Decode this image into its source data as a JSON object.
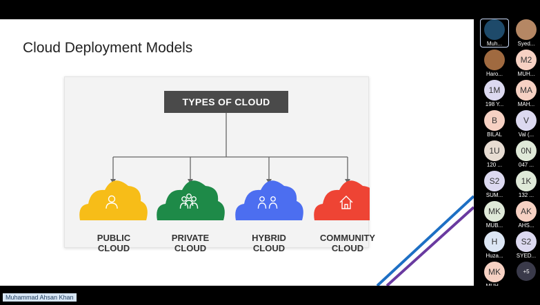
{
  "slide": {
    "title": "Cloud Deployment Models",
    "diagram": {
      "root_label": "TYPES OF CLOUD",
      "clouds": [
        {
          "line1": "PUBLIC",
          "line2": "CLOUD",
          "color": "#f7bd18",
          "icon": "person-icon"
        },
        {
          "line1": "PRIVATE",
          "line2": "CLOUD",
          "color": "#1e8a48",
          "icon": "group-icon"
        },
        {
          "line1": "HYBRID",
          "line2": "CLOUD",
          "color": "#4c6ef0",
          "icon": "people-icon"
        },
        {
          "line1": "COMMUNITY",
          "line2": "CLOUD",
          "color": "#ee4434",
          "icon": "house-icon"
        }
      ]
    }
  },
  "participants": [
    {
      "initials": "",
      "name": "Muh...",
      "color": "#1e4a6a"
    },
    {
      "initials": "",
      "name": "Syed...",
      "color": "#b58764"
    },
    {
      "initials": "",
      "name": "Haro...",
      "color": "#a06a40"
    },
    {
      "initials": "M2",
      "name": "MUH...",
      "color": "#f6d1c3"
    },
    {
      "initials": "1M",
      "name": "198 Y...",
      "color": "#dcd9f0"
    },
    {
      "initials": "MA",
      "name": "MAH...",
      "color": "#f6d1c3"
    },
    {
      "initials": "B",
      "name": "BILAL",
      "color": "#f6d1c3"
    },
    {
      "initials": "V",
      "name": "Val (...",
      "color": "#dcd9f0"
    },
    {
      "initials": "1U",
      "name": "120 ...",
      "color": "#e7dcd2"
    },
    {
      "initials": "0N",
      "name": "047 ...",
      "color": "#dfe9d8"
    },
    {
      "initials": "S2",
      "name": "SUM...",
      "color": "#dcd9f0"
    },
    {
      "initials": "1K",
      "name": "132 ...",
      "color": "#dfe9d8"
    },
    {
      "initials": "MK",
      "name": "MUB...",
      "color": "#dfe9d8"
    },
    {
      "initials": "AK",
      "name": "AHS...",
      "color": "#f6d1c3"
    },
    {
      "initials": "H",
      "name": "Huza...",
      "color": "#dce6f4"
    },
    {
      "initials": "S2",
      "name": "SYED...",
      "color": "#dcd9f0"
    },
    {
      "initials": "MK",
      "name": "MUH...",
      "color": "#f6d1c3"
    },
    {
      "initials": "+5",
      "name": "",
      "color": "#3a3a4a"
    }
  ],
  "presenter_name": "Muhammad Ahsan Khan"
}
